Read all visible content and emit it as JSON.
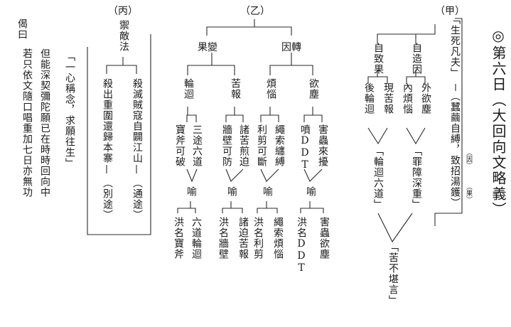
{
  "heading": "◎第六日（大回向文略義）",
  "jia": {
    "label": "（甲）",
    "main": "「生死凡夫」",
    "dash": "—",
    "gloss": "（蠶繭自縛，致招湯鑊）",
    "note_cause": "（因）",
    "note_effect": "（果）",
    "left_cause": "自造因",
    "right_effect": "自致果",
    "c1": "外欲塵",
    "c2": "內煩惱",
    "e1": "現苦報",
    "e2": "後輪迴",
    "q1": "「罪障深重」",
    "q2": "「輪迴六道」",
    "final": "「苦不堪言」"
  },
  "yi": {
    "label": "（乙）",
    "b1": "因轉",
    "b2": "果變",
    "s1": "欲塵",
    "s2": "煩惱",
    "s3": "苦報",
    "s4": "輪迴",
    "s1a": "害蟲來擾",
    "s1b": "噴DDT",
    "s2a": "繩索纏縛",
    "s2b": "利剪可斷",
    "s3a": "諸苦煎迫",
    "s3b": "牆壁可防",
    "s4a": "三途六道",
    "s4b": "寶斧可破",
    "yu": "喻",
    "r1a": "害蟲欲塵",
    "r1b": "洪名DDT",
    "r2a": "繩索煩惱",
    "r2b": "洪名利剪",
    "r3a": "諸迫苦報",
    "r3b": "洪名牆壁",
    "r4a": "六道輪迴",
    "r4b": "洪名寶斧"
  },
  "bing": {
    "label": "（丙）",
    "title": "禦敵法",
    "m1": "殺滅賊寇自闢江山",
    "m2": "殺出重圍還歸本寨",
    "dash": "—",
    "n1": "（通途）",
    "n2": "（別途）",
    "quote": "「一心稱念，求願往生」"
  },
  "verse": {
    "label": "偈曰",
    "line1": "但能深契彌陀願已在時時回向中",
    "line2": "若只依文隨口唱重加七日亦無功"
  }
}
